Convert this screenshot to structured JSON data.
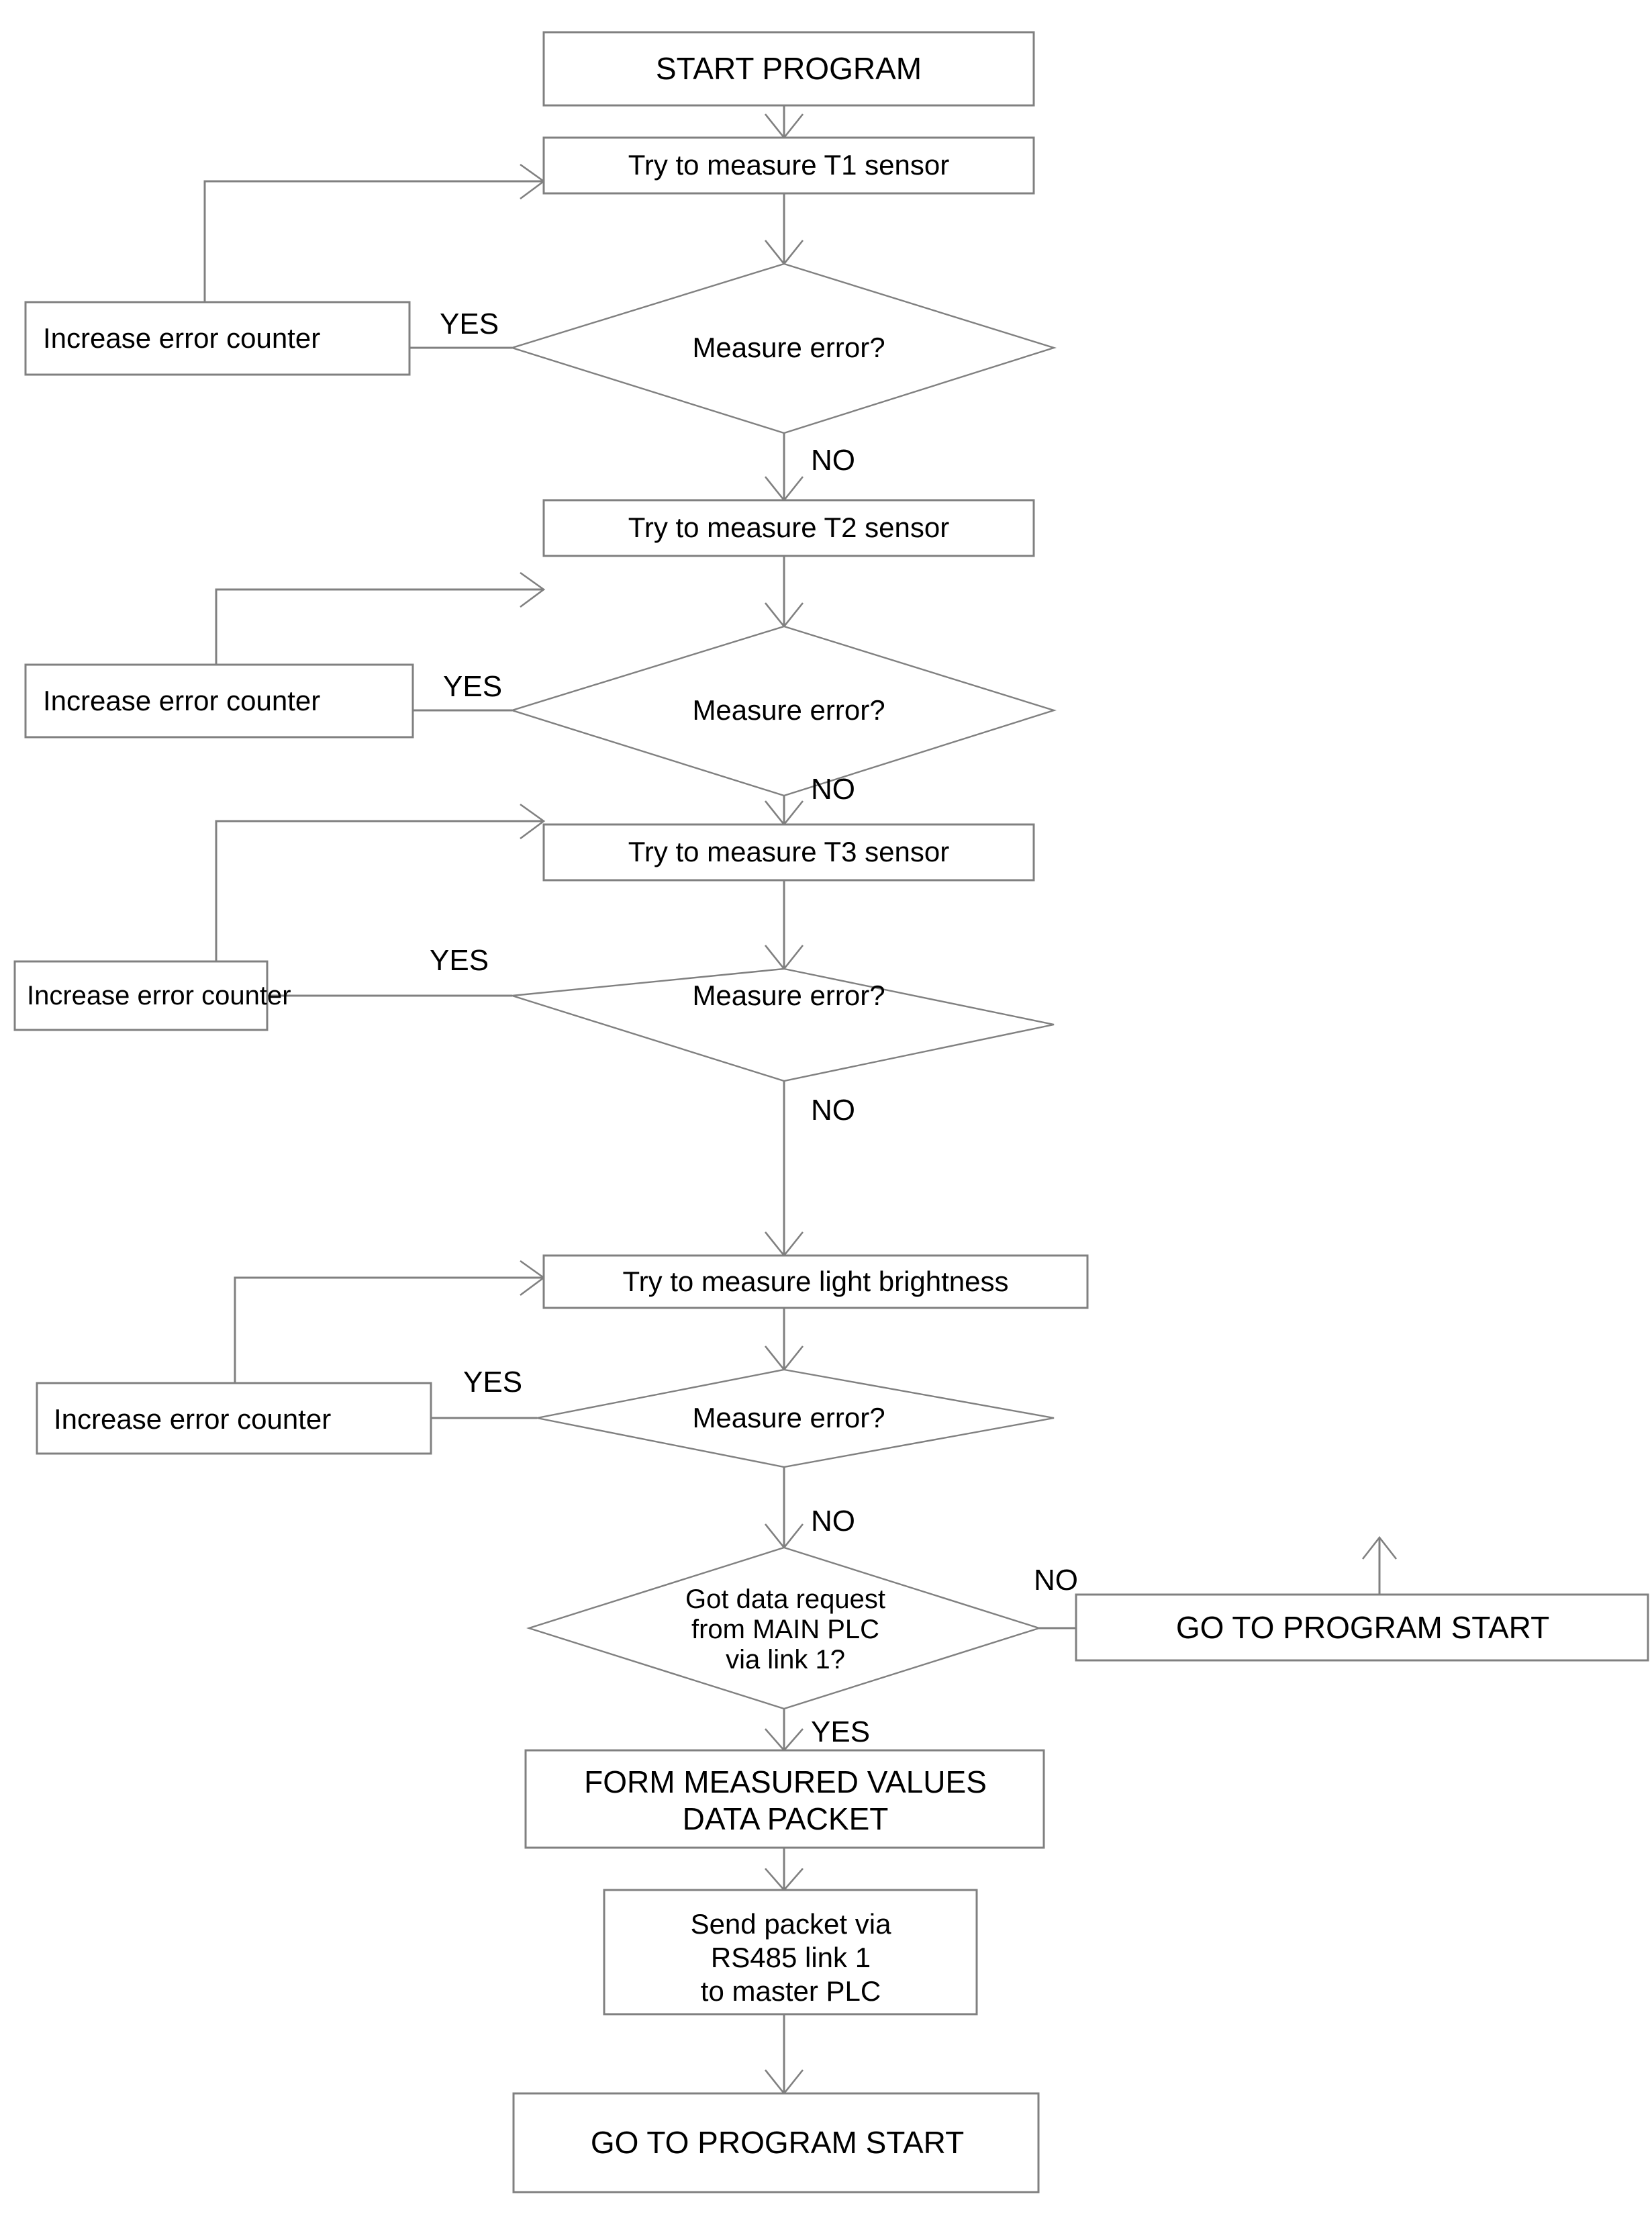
{
  "diagram": {
    "title": "PLC measurement program flowchart",
    "colors": {
      "box_stroke": "#808080",
      "connector": "#808080",
      "text": "#000000",
      "background": "#ffffff"
    },
    "nodes": {
      "start": {
        "label": "START PROGRAM",
        "shape": "process"
      },
      "t1_measure": {
        "label": "Try to measure T1 sensor",
        "shape": "process"
      },
      "t1_error_counter": {
        "label": "Increase error counter",
        "shape": "process"
      },
      "t1_decision": {
        "label": "Measure error?",
        "shape": "decision"
      },
      "t2_measure": {
        "label": "Try to measure T2 sensor",
        "shape": "process"
      },
      "t2_error_counter": {
        "label": "Increase error counter",
        "shape": "process"
      },
      "t2_decision": {
        "label": "Measure error?",
        "shape": "decision"
      },
      "t3_measure": {
        "label": "Try to measure T3 sensor",
        "shape": "process"
      },
      "t3_error_counter": {
        "label": "Increase error counter",
        "shape": "process"
      },
      "t3_decision": {
        "label": "Measure error?",
        "shape": "decision"
      },
      "light_measure": {
        "label": "Try to measure light brightness",
        "shape": "process"
      },
      "light_error_counter": {
        "label": "Increase error counter",
        "shape": "process"
      },
      "light_decision": {
        "label": "Measure error?",
        "shape": "decision"
      },
      "request_decision": {
        "line1": "Got data request",
        "line2": "from MAIN PLC",
        "line3": "via link 1?",
        "shape": "decision"
      },
      "goto_start_right": {
        "label": "GO TO PROGRAM START",
        "shape": "process"
      },
      "form_packet": {
        "line1": "FORM MEASURED VALUES",
        "line2": "DATA PACKET",
        "shape": "process"
      },
      "send_packet": {
        "line1": "Send packet via",
        "line2": "RS485 link 1",
        "line3": "to master PLC",
        "shape": "process"
      },
      "goto_start_bottom": {
        "label": "GO TO PROGRAM START",
        "shape": "process"
      }
    },
    "edge_labels": {
      "t1_yes": "YES",
      "t1_no": "NO",
      "t2_yes": "YES",
      "t2_no": "NO",
      "t3_yes": "YES",
      "t3_no": "NO",
      "light_yes": "YES",
      "light_no": "NO",
      "request_no": "NO",
      "request_yes": "YES"
    }
  }
}
